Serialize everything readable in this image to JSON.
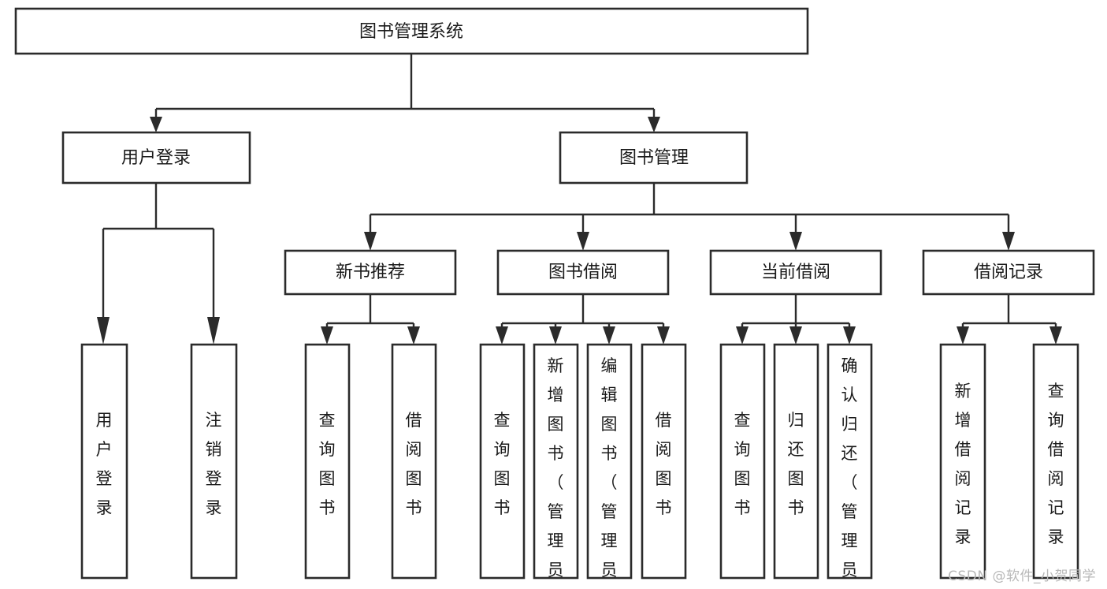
{
  "diagram": {
    "type": "tree-flowchart",
    "title_node": "图书管理系统",
    "watermark": "CSDN @软件_小贺同学",
    "colors": {
      "box_stroke": "#2b2b2b",
      "box_fill": "#ffffff",
      "text": "#1a1a1a",
      "connector": "#2b2b2b",
      "watermark": "#b8b8b8",
      "background": "#ffffff"
    },
    "level1": {
      "id": "root",
      "label": "图书管理系统"
    },
    "level2": [
      {
        "id": "user-login",
        "label": "用户登录"
      },
      {
        "id": "book-management",
        "label": "图书管理"
      }
    ],
    "level3": [
      {
        "id": "new-book-recommend",
        "label": "新书推荐",
        "parent": "book-management"
      },
      {
        "id": "book-borrow",
        "label": "图书借阅",
        "parent": "book-management"
      },
      {
        "id": "current-borrow",
        "label": "当前借阅",
        "parent": "book-management"
      },
      {
        "id": "borrow-record",
        "label": "借阅记录",
        "parent": "book-management"
      }
    ],
    "leaves": [
      {
        "id": "leaf-user-login",
        "label": "用户登录",
        "parent": "user-login"
      },
      {
        "id": "leaf-logout-login",
        "label": "注销登录",
        "parent": "user-login"
      },
      {
        "id": "leaf-query-book-1",
        "label": "查询图书",
        "parent": "new-book-recommend"
      },
      {
        "id": "leaf-borrow-book-1",
        "label": "借阅图书",
        "parent": "new-book-recommend"
      },
      {
        "id": "leaf-query-book-2",
        "label": "查询图书",
        "parent": "book-borrow"
      },
      {
        "id": "leaf-add-book",
        "label": "新增图书（管理员）",
        "parent": "book-borrow"
      },
      {
        "id": "leaf-edit-book",
        "label": "编辑图书（管理员）",
        "parent": "book-borrow"
      },
      {
        "id": "leaf-borrow-book-2",
        "label": "借阅图书",
        "parent": "book-borrow"
      },
      {
        "id": "leaf-query-book-3",
        "label": "查询图书",
        "parent": "current-borrow"
      },
      {
        "id": "leaf-return-book",
        "label": "归还图书",
        "parent": "current-borrow"
      },
      {
        "id": "leaf-confirm-return",
        "label": "确认归还（管理员）",
        "parent": "current-borrow"
      },
      {
        "id": "leaf-add-borrow-record",
        "label": "新增借阅记录",
        "parent": "borrow-record"
      },
      {
        "id": "leaf-query-borrow-record",
        "label": "查询借阅记录",
        "parent": "borrow-record"
      }
    ]
  }
}
